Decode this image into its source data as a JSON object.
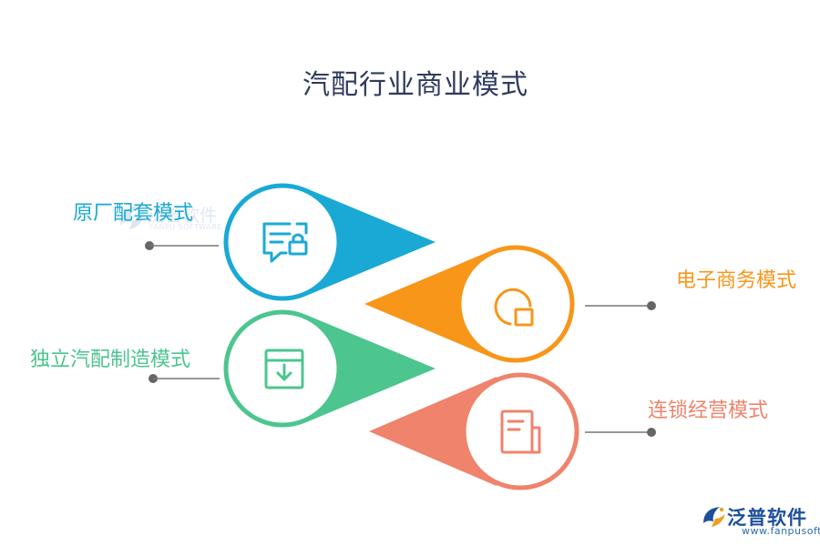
{
  "title": "汽配行业商业模式",
  "items": [
    {
      "label": "原厂配套模式",
      "color": "#1aa9d4",
      "icon": "message-lock-icon"
    },
    {
      "label": "电子商务模式",
      "color": "#f79619",
      "icon": "chart-window-icon"
    },
    {
      "label": "独立汽配制造模式",
      "color": "#4cc58f",
      "icon": "download-box-icon"
    },
    {
      "label": "连锁经营模式",
      "color": "#ef836c",
      "icon": "document-icon"
    }
  ],
  "watermark": {
    "cn": "泛普软件",
    "en": "FANPU SOFTWARE"
  },
  "brand": {
    "name": "泛普软件",
    "url": "www.fanpusoft.com"
  }
}
